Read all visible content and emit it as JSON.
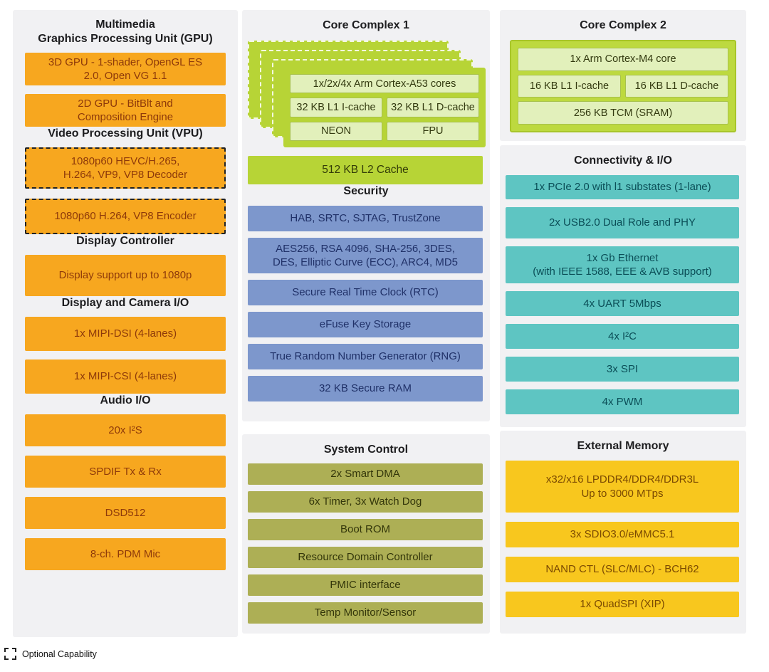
{
  "colors": {
    "orange": "#f7a71f",
    "orange_text": "#8e3a0a",
    "green": "#b7d436",
    "green_light": "#e2f0bb",
    "blue": "#7d97cc",
    "blue_text": "#203168",
    "teal": "#5ec5c2",
    "teal_text": "#0b4e57",
    "olive": "#adaf55",
    "olive_text": "#33360a",
    "yellow": "#f8c71e",
    "yellow_text": "#7b4a02",
    "panel_bg": "#f1f1f3"
  },
  "left": {
    "gpu": {
      "title": "Multimedia\nGraphics Processing Unit (GPU)",
      "blocks": [
        {
          "t": "3D GPU - 1-shader, OpenGL ES\n2.0, Open VG 1.1"
        },
        {
          "t": "2D GPU - BitBlt and\nComposition Engine"
        }
      ]
    },
    "vpu": {
      "title": "Video Processing Unit (VPU)",
      "blocks": [
        {
          "t": "1080p60 HEVC/H.265,\nH.264, VP9, VP8 Decoder",
          "h": 58
        },
        {
          "t": "1080p60 H.264, VP8 Encoder",
          "h": 50
        }
      ]
    },
    "display_controller": {
      "title": "Display Controller",
      "blocks": [
        {
          "t": "Display support up to 1080p",
          "h": 58
        }
      ]
    },
    "display_camera_io": {
      "title": "Display and Camera I/O",
      "blocks": [
        {
          "t": "1x MIPI-DSI (4-lanes)",
          "h": 48
        },
        {
          "t": "1x MIPI-CSI (4-lanes)",
          "h": 48
        }
      ]
    },
    "audio_io": {
      "title": "Audio I/O",
      "blocks": [
        {
          "t": "20x I²S",
          "h": 45
        },
        {
          "t": "SPDIF Tx & Rx",
          "h": 45
        },
        {
          "t": "DSD512",
          "h": 45
        },
        {
          "t": "8-ch. PDM Mic",
          "h": 45
        }
      ]
    }
  },
  "core_complex_1": {
    "title": "Core Complex 1",
    "cores": "1x/2x/4x Arm Cortex-A53 cores",
    "cells": {
      "icache": "32 KB L1 I-cache",
      "dcache": "32 KB L1 D-cache",
      "neon": "NEON",
      "fpu": "FPU"
    },
    "l2": "512 KB L2 Cache"
  },
  "security": {
    "title": "Security",
    "blocks": [
      {
        "t": "HAB, SRTC, SJTAG, TrustZone"
      },
      {
        "t": "AES256, RSA 4096, SHA-256, 3DES,\nDES, Elliptic Curve (ECC), ARC4, MD5",
        "h": 50
      },
      {
        "t": "Secure Real Time Clock (RTC)"
      },
      {
        "t": "eFuse Key Storage"
      },
      {
        "t": "True Random Number Generator (RNG)"
      },
      {
        "t": "32 KB Secure RAM"
      }
    ]
  },
  "system_control": {
    "title": "System Control",
    "blocks": [
      {
        "t": "2x Smart DMA"
      },
      {
        "t": "6x Timer, 3x Watch Dog"
      },
      {
        "t": "Boot ROM"
      },
      {
        "t": "Resource Domain Controller"
      },
      {
        "t": "PMIC interface"
      },
      {
        "t": "Temp Monitor/Sensor"
      }
    ]
  },
  "core_complex_2": {
    "title": "Core Complex 2",
    "core": "1x Arm Cortex-M4 core",
    "icache": "16 KB L1 I-cache",
    "dcache": "16 KB L1 D-cache",
    "tcm": "256 KB TCM (SRAM)"
  },
  "connectivity": {
    "title": "Connectivity & I/O",
    "blocks": [
      {
        "t": "1x PCIe 2.0 with l1 substates (1-lane)",
        "h": 34
      },
      {
        "t": "2x USB2.0 Dual Role and PHY",
        "h": 44
      },
      {
        "t": "1x Gb Ethernet\n(with IEEE 1588, EEE & AVB support)",
        "h": 52
      },
      {
        "t": "4x UART 5Mbps"
      },
      {
        "t": "4x I²C"
      },
      {
        "t": "3x SPI"
      },
      {
        "t": "4x PWM"
      }
    ]
  },
  "external_memory": {
    "title": "External Memory",
    "blocks": [
      {
        "t": "x32/x16 LPDDR4/DDR4/DDR3L\nUp to 3000 MTps",
        "h": 73
      },
      {
        "t": "3x SDIO3.0/eMMC5.1"
      },
      {
        "t": "NAND CTL (SLC/MLC) - BCH62"
      },
      {
        "t": "1x QuadSPI (XIP)"
      }
    ]
  },
  "legend": {
    "label": "Optional Capability"
  }
}
